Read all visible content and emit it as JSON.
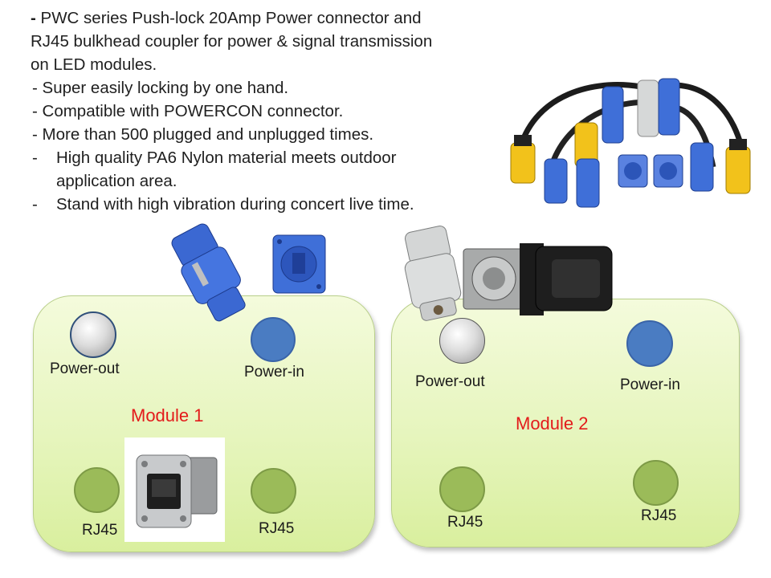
{
  "intro": {
    "headline_dash": "-",
    "headline_l1": "PWC series Push-lock 20Amp Power connector and",
    "headline_l2": "RJ45 bulkhead coupler for power & signal transmission",
    "headline_l3": "on LED modules.",
    "bullets": [
      "- Super easily locking by one hand.",
      "- Compatible with POWERCON connector.",
      "- More than 500 plugged and unplugged times."
    ],
    "bullet4_dash": "-",
    "bullet4_l1": "High quality PA6 Nylon material meets outdoor",
    "bullet4_l2": "application area.",
    "bullet5_dash": "-",
    "bullet5": "Stand with high vibration during concert live time."
  },
  "module1": {
    "title": "Module 1",
    "power_out": "Power-out",
    "power_in": "Power-in",
    "rj45_left": "RJ45",
    "rj45_right": "RJ45"
  },
  "module2": {
    "title": "Module 2",
    "power_out": "Power-out",
    "power_in": "Power-in",
    "rj45_left": "RJ45",
    "rj45_right": "RJ45"
  },
  "colors": {
    "module_fill": "#e6f5bd",
    "power_in": "#4a7cc2",
    "rj45": "#9bbb59",
    "module_title": "#e31b1b",
    "connector_blue": "#3f6fd8",
    "connector_yellow": "#f2c21b",
    "connector_grey": "#d6d8d8"
  },
  "icons": {
    "cable_set": "powercon-cable-set-photo",
    "blue_plug": "blue-powercon-plug-photo",
    "grey_plug": "grey-powercon-plug-photo",
    "rj45_coupler": "rj45-bulkhead-coupler-photo"
  }
}
